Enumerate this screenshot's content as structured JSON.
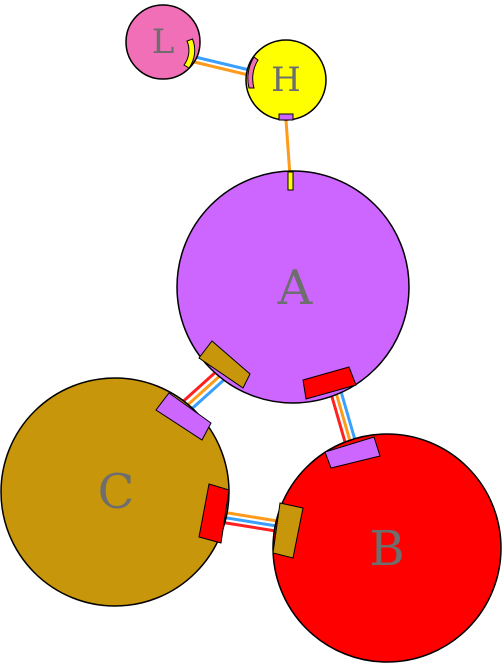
{
  "colors": {
    "L": "#f06fb6",
    "H": "#ffff00",
    "A": "#cc66ff",
    "B": "#ff0000",
    "C": "#c8960a",
    "label": "#6e6e6e",
    "link_blue": "#3aa0ff",
    "link_orange": "#ff9a1a",
    "link_red": "#ff2020",
    "stroke": "#000000"
  },
  "nodes": [
    {
      "id": "L",
      "label": "L"
    },
    {
      "id": "H",
      "label": "H"
    },
    {
      "id": "A",
      "label": "A"
    },
    {
      "id": "B",
      "label": "B"
    },
    {
      "id": "C",
      "label": "C"
    }
  ],
  "edges": [
    {
      "from": "L",
      "to": "H",
      "style": "double"
    },
    {
      "from": "H",
      "to": "A",
      "style": "single"
    },
    {
      "from": "A",
      "to": "B",
      "style": "double"
    },
    {
      "from": "A",
      "to": "C",
      "style": "double"
    },
    {
      "from": "C",
      "to": "B",
      "style": "double"
    }
  ]
}
